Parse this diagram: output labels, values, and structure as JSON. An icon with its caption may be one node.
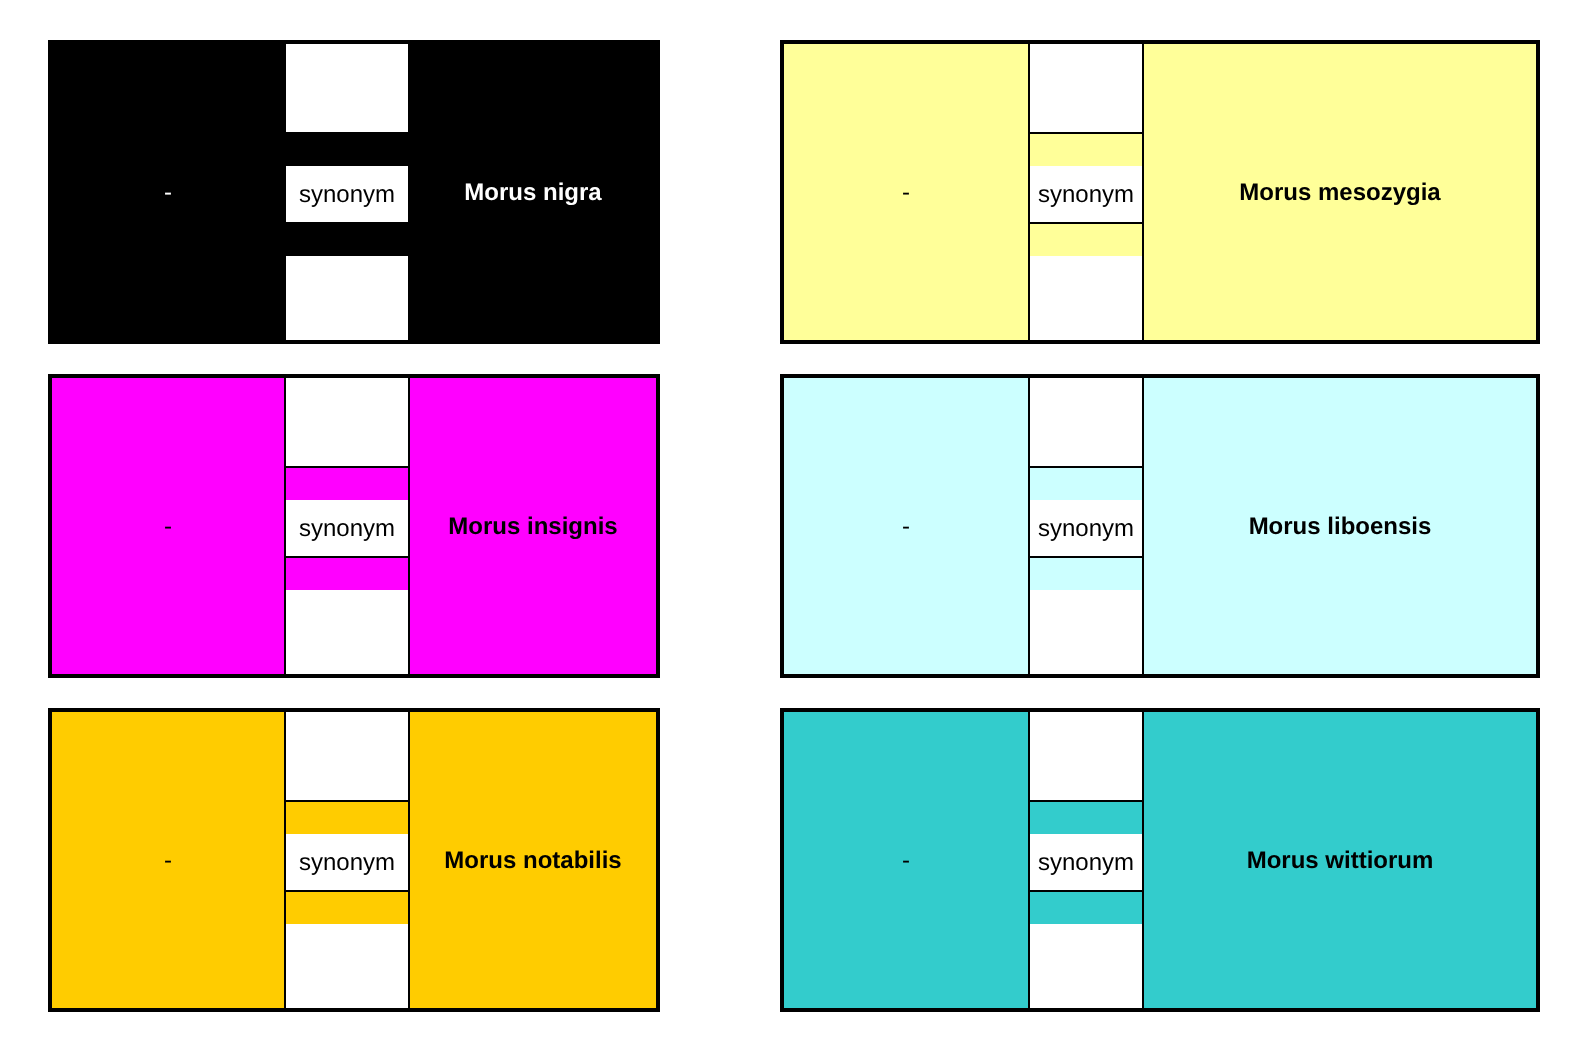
{
  "diagram": {
    "nodes": [
      {
        "text": [],
        "shape": "box"
      },
      {
        "text": [
          "-"
        ],
        "in": 0
      },
      {
        "text": [],
        "shape": "box",
        "in": 0
      },
      {
        "text": [
          "synonym"
        ],
        "in": 0
      },
      {
        "text": [],
        "shape": "box",
        "in": 0
      },
      {
        "text": [
          "Morus nigra"
        ],
        "in": 0
      },
      {
        "text": [],
        "shape": "box"
      },
      {
        "text": [
          "-"
        ],
        "in": 6
      },
      {
        "text": [],
        "shape": "box",
        "in": 6
      },
      {
        "text": [
          "synonym"
        ],
        "in": 6
      },
      {
        "text": [],
        "shape": "box",
        "in": 6
      },
      {
        "text": [
          "Morus mesozygia"
        ],
        "in": 6
      },
      {
        "text": [],
        "shape": "box"
      },
      {
        "text": [
          "-"
        ],
        "in": 12
      },
      {
        "text": [],
        "shape": "box",
        "in": 12
      },
      {
        "text": [
          "synonym"
        ],
        "in": 12
      },
      {
        "text": [],
        "shape": "box",
        "in": 12
      },
      {
        "text": [
          "Morus insignis"
        ],
        "in": 12
      },
      {
        "text": [],
        "shape": "box"
      },
      {
        "text": [
          "-"
        ],
        "in": 18
      },
      {
        "text": [],
        "shape": "box",
        "in": 18
      },
      {
        "text": [
          "synonym"
        ],
        "in": 18
      },
      {
        "text": [],
        "shape": "box",
        "in": 18
      },
      {
        "text": [
          "Morus liboensis"
        ],
        "in": 18
      },
      {
        "text": [],
        "shape": "box"
      },
      {
        "text": [
          "-"
        ],
        "in": 24
      },
      {
        "text": [],
        "shape": "box",
        "in": 24
      },
      {
        "text": [
          "synonym"
        ],
        "in": 24
      },
      {
        "text": [],
        "shape": "box",
        "in": 24
      },
      {
        "text": [
          "Morus notabilis"
        ],
        "in": 24
      },
      {
        "text": [],
        "shape": "box"
      },
      {
        "text": [
          "-"
        ],
        "in": 30
      },
      {
        "text": [],
        "shape": "box",
        "in": 30
      },
      {
        "text": [
          "synonym"
        ],
        "in": 30
      },
      {
        "text": [],
        "shape": "box",
        "in": 30
      },
      {
        "text": [
          "Morus wittiorum"
        ],
        "in": 30
      }
    ]
  }
}
